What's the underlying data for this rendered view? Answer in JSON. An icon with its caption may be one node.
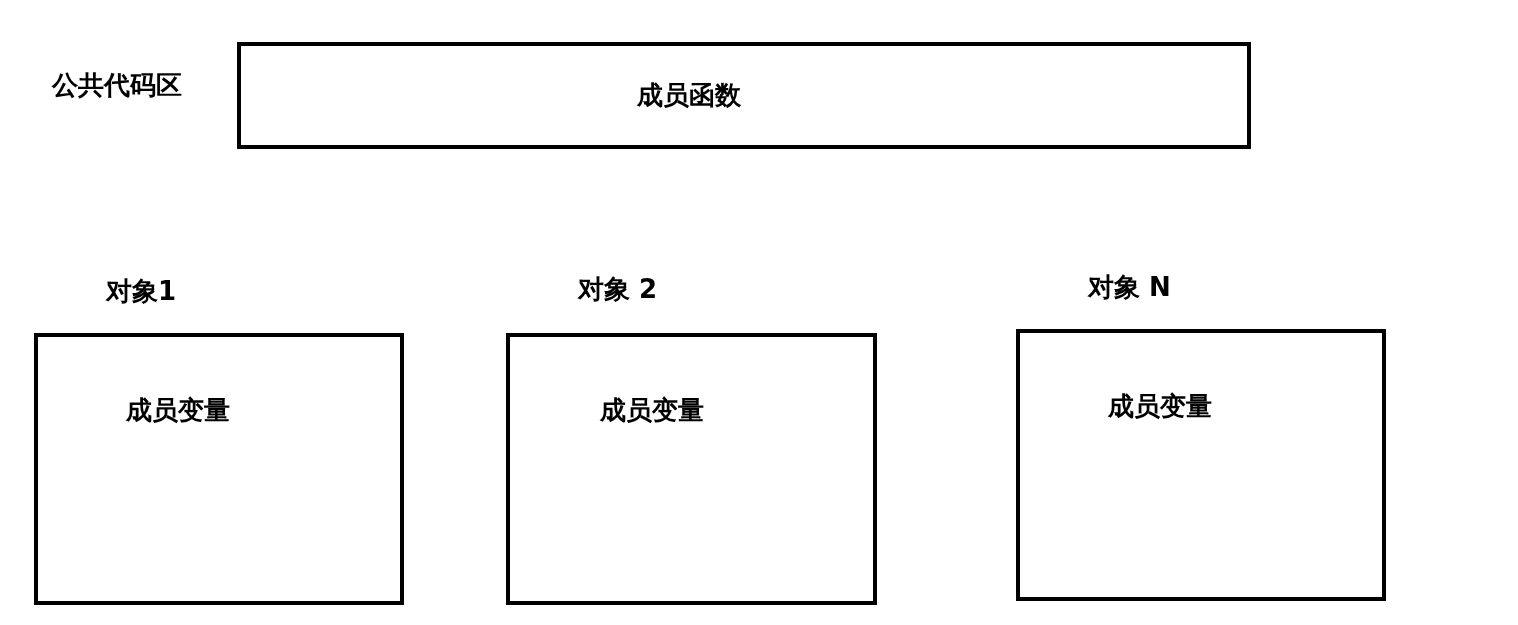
{
  "diagram": {
    "nodes": [
      {
        "text": [
          "公共代码区",
          "成员函数"
        ]
      },
      {
        "text": [
          "对象1",
          "成员变量"
        ]
      },
      {
        "text": [
          "对象 2",
          "成员变量"
        ]
      },
      {
        "text": [
          "对象 N",
          "成员变量"
        ]
      }
    ]
  }
}
